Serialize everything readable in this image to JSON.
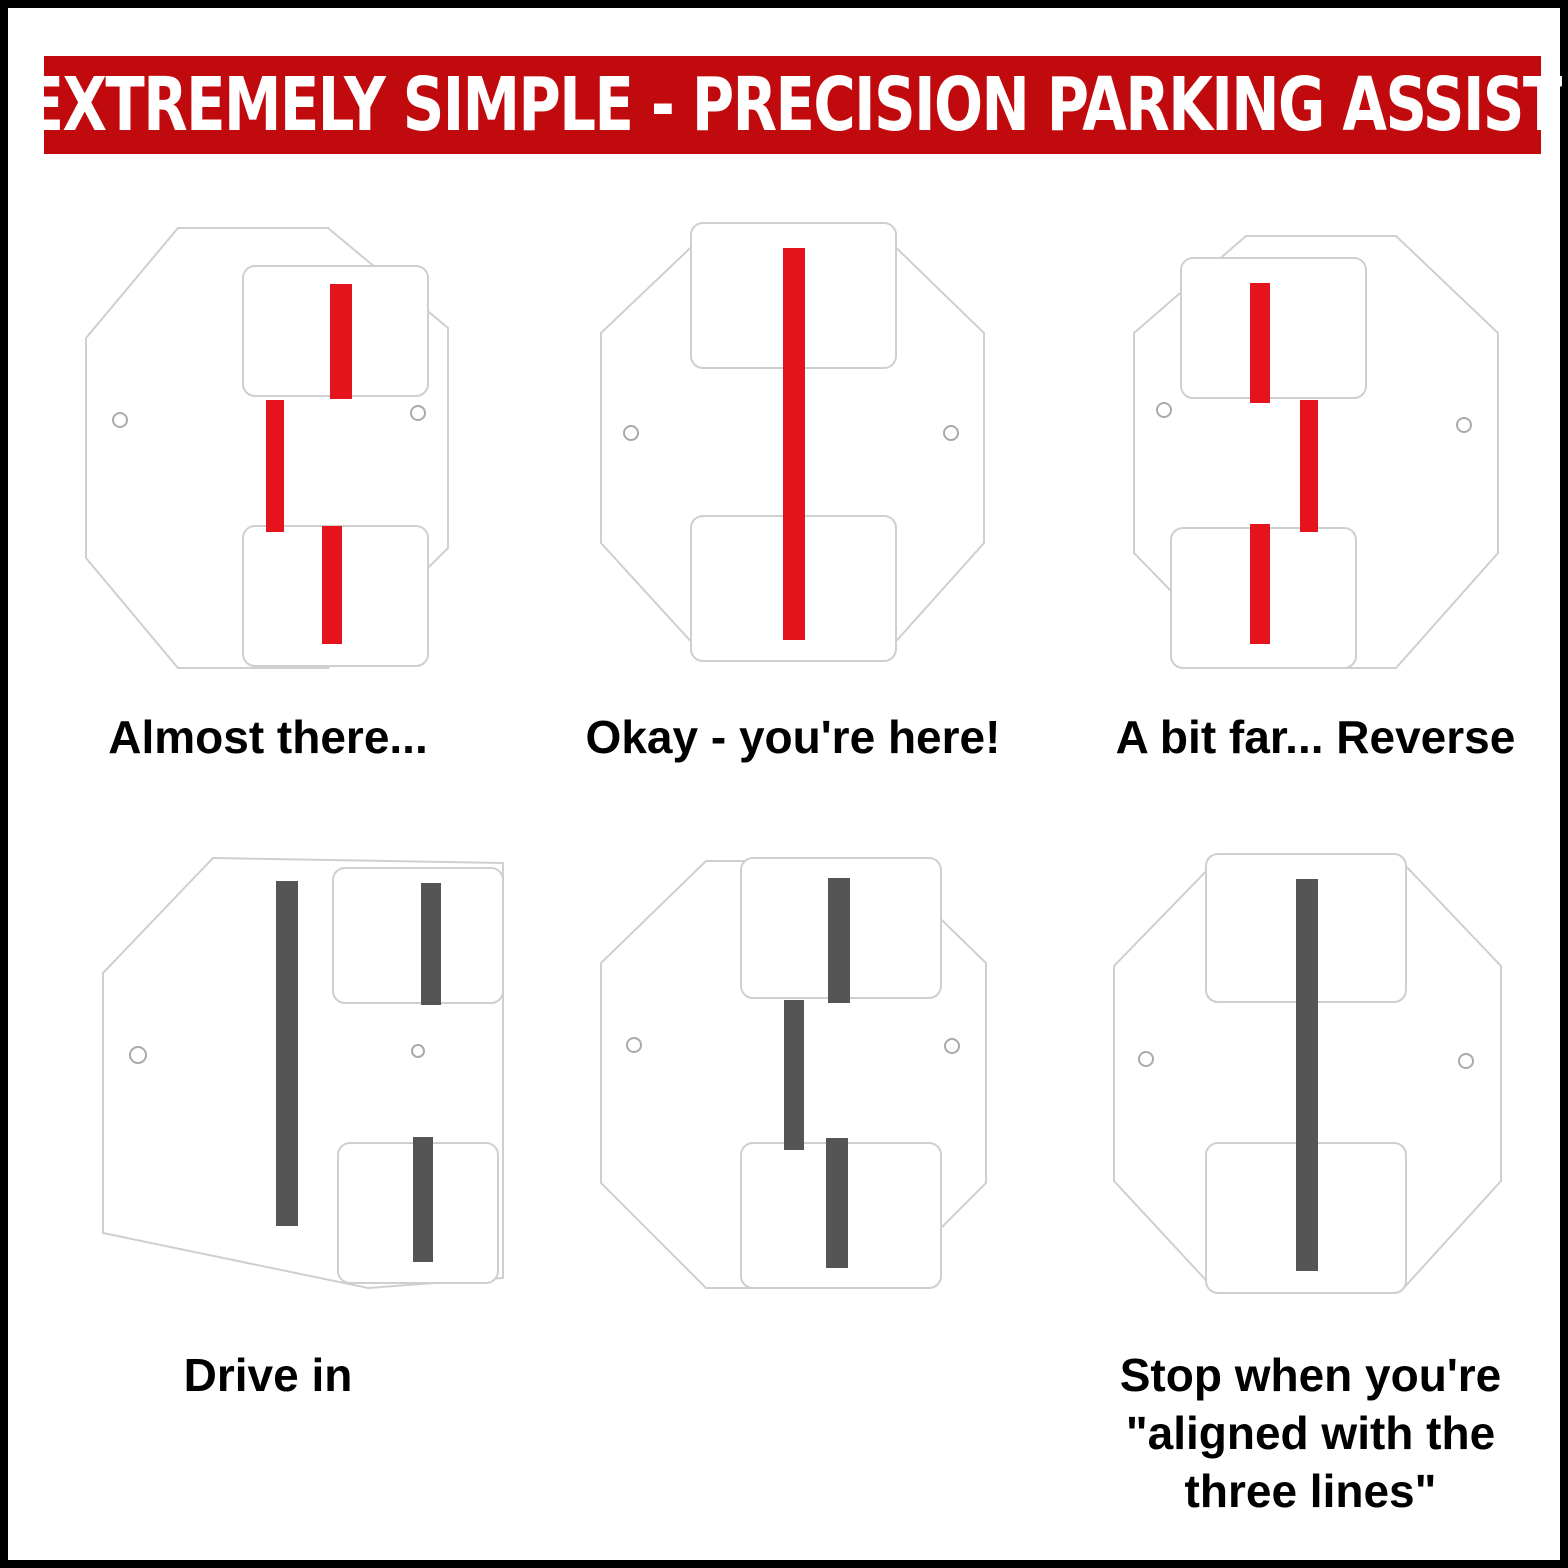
{
  "banner": {
    "title": "EXTREMELY SIMPLE - PRECISION PARKING ASSIST"
  },
  "colors": {
    "banner_red": "#c10a0e",
    "marker_red": "#e5141c",
    "marker_gray": "#555555",
    "plastic_white": "#ffffff"
  },
  "panels": [
    {
      "caption": "Almost there...",
      "marker_color": "red"
    },
    {
      "caption": "Okay - you're here!",
      "marker_color": "red"
    },
    {
      "caption": "A bit far... Reverse",
      "marker_color": "red"
    },
    {
      "caption": "Drive in",
      "marker_color": "gray"
    },
    {
      "caption": "",
      "marker_color": "gray"
    },
    {
      "caption_lines": [
        "Stop when you're",
        "\"aligned with the",
        "three lines\""
      ],
      "marker_color": "gray"
    }
  ]
}
